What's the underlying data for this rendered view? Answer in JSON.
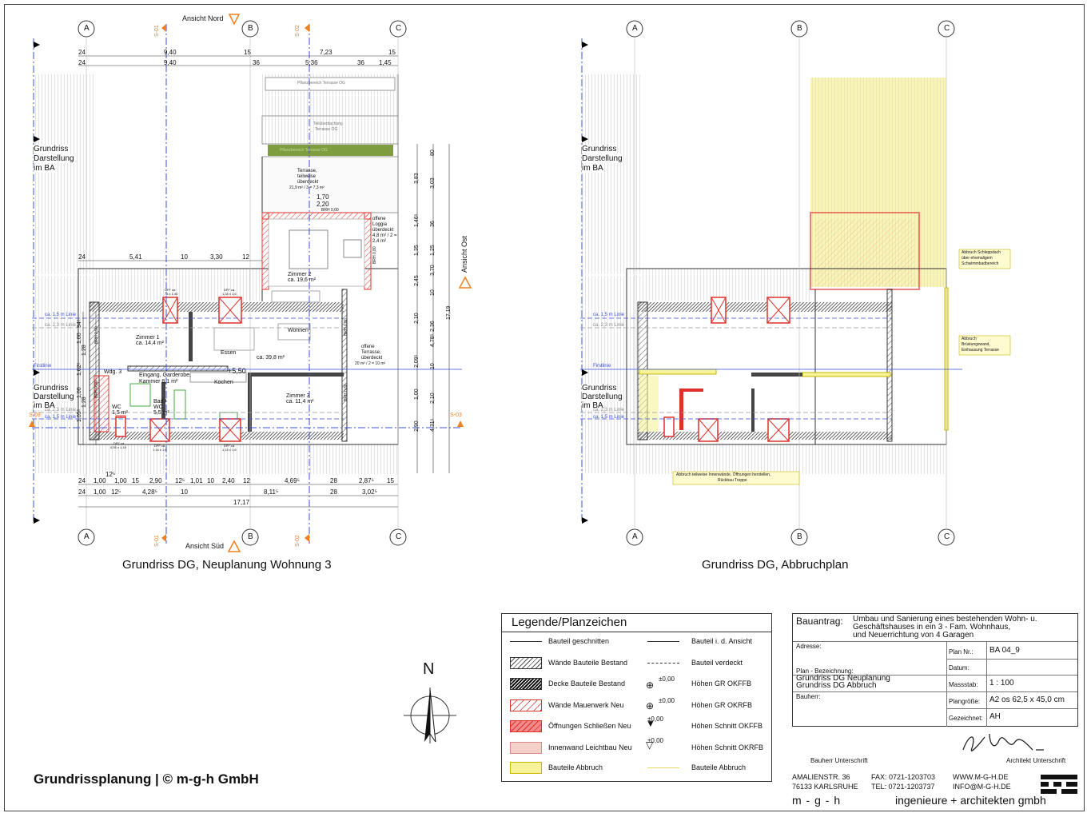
{
  "plan_left": {
    "title": "Grundriss DG, Neuplanung Wohnung 3",
    "axes": [
      "A",
      "B",
      "C"
    ],
    "ansicht_nord": "Ansicht Nord",
    "ansicht_sued": "Ansicht Süd",
    "ansicht_ost": "Ansicht Ost",
    "sections": [
      "S-01",
      "S-02",
      "S-03"
    ],
    "side_note_1": [
      "Grundriss",
      "Darstellung",
      "im BA"
    ],
    "side_note_2": [
      "Grundriss",
      "Darstellung",
      "im BA"
    ],
    "dims_top_1": [
      "24",
      "9,40",
      "15",
      "7,23",
      "15"
    ],
    "dims_top_2": [
      "24",
      "9,40",
      "36",
      "5,36",
      "36",
      "1,45"
    ],
    "dims_mid": [
      "24",
      "5,41",
      "10",
      "3,30",
      "12"
    ],
    "dims_bottom_1": [
      "24",
      "1,00",
      "1,00",
      "15",
      "2,90",
      "12⁵",
      "1,01",
      "10",
      "2,40",
      "12",
      "4,69⁵",
      "28",
      "2,87⁵",
      "15"
    ],
    "dims_bottom_2": [
      "24",
      "1,00",
      "12⁵",
      "4,28⁵",
      "10",
      "8,11⁵",
      "28",
      "3,02⁵"
    ],
    "dims_bottom_extra": "12⁵",
    "dim_total": "17,17",
    "dims_right": [
      "80",
      "3,83",
      "3,03",
      "1,46⁵",
      "36",
      "1,35",
      "1,25",
      "3,70",
      "2,45",
      "10",
      "2,10",
      "2,36",
      "4,78⁵",
      "2,09⁵",
      "10",
      "1,00",
      "2,10",
      "2,90",
      "4,31⁵",
      "17,19"
    ],
    "dims_left": [
      "94⁵",
      "1,00",
      "1,28",
      "1,62⁵",
      "1,00",
      "1,28",
      "1,05⁵"
    ],
    "rooms": {
      "terrasse": [
        "Terrasse,",
        "teilweise",
        "überdeckt",
        "21,9 m² / 3 = 7,3 m²"
      ],
      "loggia": [
        "offene",
        "Loggia",
        "überdeckt",
        "4,8 m² / 2 =",
        "2,4 m²"
      ],
      "zimmer2": [
        "Zimmer 2",
        "ca. 19,6 m²"
      ],
      "wohnen": "Wohnen",
      "essen": "Essen",
      "wohnen_area": "ca. 39,8 m²",
      "zimmer1": [
        "Zimmer 1",
        "ca. 14,4 m²"
      ],
      "offene_terrasse": [
        "offene",
        "Terrasse,",
        "überdeckt",
        "20 m² / 2 = 10 m²"
      ],
      "eingang": [
        "Eingang, Garderobe,",
        "Kammer 8,1 m²"
      ],
      "kochen": "Kochen",
      "zimmer3": [
        "Zimmer 3",
        "ca. 11,4 m²"
      ],
      "wc": [
        "WC",
        "1,5 m²"
      ],
      "bad": [
        "Bad /",
        "WC",
        "5,5 m²"
      ],
      "wdg": "Wdg. 3"
    },
    "labels": {
      "pflanzbereich_top": "Pflanzbereich Terrasse OG",
      "teilueberdachung": [
        "Teilüberdachung",
        "Terrasse OG"
      ],
      "pflanzbereich_green": "Pflanzbereich Terrasse OG",
      "dim_170": "1,70",
      "dim_220": "2,20",
      "brh_000": "BRH 0,00",
      "hoehe": "+5,50",
      "linie_15_top": "ca. 1,5 m Linie",
      "linie_23": "ca. 2,3 m Linie",
      "firstlinie": "Firstlinie",
      "linie_15_bottom": "ca. 1,5 m Linie",
      "linie_23_b": "ca. 2,3 m Linie",
      "brh_080": "BRH 0,80",
      "brh_090": "BRH 0,90",
      "dff_1": [
        "DFF ca.",
        "78 x 1,40"
      ],
      "dff_2": [
        "DFF ca.",
        "1,34 x 1,6"
      ],
      "dff_3": [
        "DFF ca.",
        "0,55 x 1,18"
      ],
      "dff_4": [
        "DFF ca.",
        "1,14 x 1,6"
      ],
      "dff_5": [
        "DFF ca.",
        "1,14 x 1,6"
      ]
    }
  },
  "plan_right": {
    "title": "Grundriss DG, Abbruchplan",
    "axes": [
      "A",
      "B",
      "C"
    ],
    "side_note_1": [
      "Grundriss",
      "Darstellung",
      "im BA"
    ],
    "side_note_2": [
      "Grundriss",
      "Darstellung",
      "im BA"
    ],
    "note_schleppdach": [
      "Abbruch Schleppdach",
      "über ehemaligem",
      "Schwimmbadbereich"
    ],
    "note_bruestung": [
      "Abbruch",
      "Brüstungswand,",
      "Einhausung Terrasse"
    ],
    "note_innen": [
      "Abbruch teilweise Innenwände, Öffnungen herstellen,",
      "Rückbau Treppe"
    ],
    "linie_15_top": "ca. 1,5 m Linie",
    "linie_23": "ca. 2,3 m Linie",
    "firstlinie": "Firstlinie",
    "linie_23_b": "ca. 2,3 m Linie",
    "linie_15_bottom": "ca. 1,5 m Linie"
  },
  "legend": {
    "title": "Legende/Planzeichen",
    "left_items": [
      "Bauteil geschnitten",
      "Wände Bauteile Bestand",
      "Decke Bauteile Bestand",
      "Wände Mauerwerk Neu",
      "Öffnungen Schließen Neu",
      "Innenwand Leichtbau Neu",
      "Bauteile Abbruch"
    ],
    "right_items": [
      "Bauteil i. d. Ansicht",
      "Bauteil verdeckt",
      "Höhen GR OKFFB",
      "Höhen GR OKRFB",
      "Höhen Schnitt OKFFB",
      "Höhen Schnitt OKRFB",
      "Bauteile Abbruch"
    ],
    "height_value": "±0,00",
    "colors": {
      "bestand": "#777777",
      "neu": "#e0302a",
      "fill_red": "#f08a8a",
      "abbruch": "#f7f39a",
      "leichtbau": "#f4d0c8"
    }
  },
  "north_label": "N",
  "brand": "Grundrissplanung | © m-g-h GmbH",
  "title_block": {
    "bauantrag_label": "Bauantrag:",
    "bauantrag_text": [
      "Umbau und Sanierung eines bestehenden Wohn- u.",
      "Geschäftshauses in ein 3 - Fam. Wohnhaus,",
      "und Neuerrichtung von 4 Garagen"
    ],
    "adresse_label": "Adresse:",
    "plan_nr_label": "Plan Nr.:",
    "plan_nr": "BA 04_9",
    "datum_label": "Datum:",
    "plan_bez_label": "Plan - Bezeichnung:",
    "plan_bez": [
      "Grundriss DG Neuplanung",
      "Grundriss DG Abbruch"
    ],
    "massstab_label": "Massstab:",
    "massstab": "1 : 100",
    "bauherr_label": "Bauherr:",
    "plangroesse_label": "Plangröße:",
    "plangroesse": "A2 os 62,5 x 45,0 cm",
    "gezeichnet_label": "Gezeichnet:",
    "gezeichnet": "AH"
  },
  "signatures": {
    "bauherr": "Bauherr Unterschrift",
    "architekt": "Architekt Unterschrift"
  },
  "firm": {
    "street": "AMALIENSTR. 36",
    "city": "76133 KARLSRUHE",
    "fax": "FAX: 0721-1203703",
    "tel": "TEL: 0721-1203737",
    "web": "WWW.M-G-H.DE",
    "mail": "INFO@M-G-H.DE",
    "logo_left": "m - g - h",
    "logo_right": "ingenieure + architekten  gmbh"
  }
}
